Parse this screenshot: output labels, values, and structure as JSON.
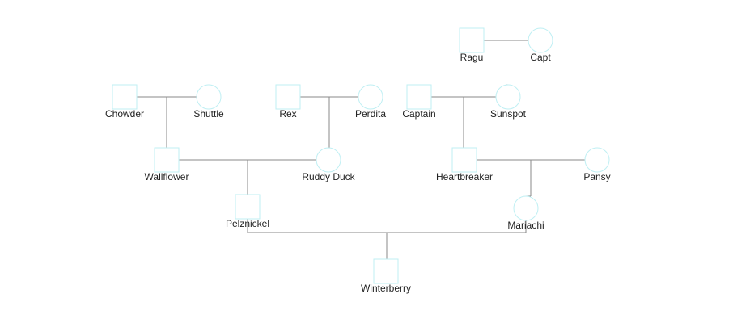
{
  "pedigree": {
    "colors": {
      "line": "#8a8a8a",
      "symbol_outline": "#bfeff3",
      "symbol_fill": "#ffffff",
      "label": "#222222"
    },
    "individuals": [
      {
        "id": "ragu",
        "name": "Ragu",
        "sex": "male",
        "generation": 1
      },
      {
        "id": "capt",
        "name": "Capt",
        "sex": "female",
        "generation": 1
      },
      {
        "id": "chowder",
        "name": "Chowder",
        "sex": "male",
        "generation": 2
      },
      {
        "id": "shuttle",
        "name": "Shuttle",
        "sex": "female",
        "generation": 2
      },
      {
        "id": "rex",
        "name": "Rex",
        "sex": "male",
        "generation": 2
      },
      {
        "id": "perdita",
        "name": "Perdita",
        "sex": "female",
        "generation": 2
      },
      {
        "id": "captain",
        "name": "Captain",
        "sex": "male",
        "generation": 2
      },
      {
        "id": "sunspot",
        "name": "Sunspot",
        "sex": "female",
        "generation": 2
      },
      {
        "id": "wallflower",
        "name": "Wallflower",
        "sex": "male",
        "generation": 3
      },
      {
        "id": "ruddy-duck",
        "name": "Ruddy Duck",
        "sex": "female",
        "generation": 3
      },
      {
        "id": "heartbreaker",
        "name": "Heartbreaker",
        "sex": "male",
        "generation": 3
      },
      {
        "id": "pansy",
        "name": "Pansy",
        "sex": "female",
        "generation": 3
      },
      {
        "id": "pelznickel",
        "name": "Pelznickel",
        "sex": "male",
        "generation": 4
      },
      {
        "id": "mariachi",
        "name": "Mariachi",
        "sex": "female",
        "generation": 4
      },
      {
        "id": "winterberry",
        "name": "Winterberry",
        "sex": "male",
        "generation": 5
      }
    ],
    "unions": [
      {
        "father": "ragu",
        "mother": "capt",
        "children": [
          "sunspot"
        ]
      },
      {
        "father": "chowder",
        "mother": "shuttle",
        "children": [
          "wallflower"
        ]
      },
      {
        "father": "rex",
        "mother": "perdita",
        "children": [
          "ruddy-duck"
        ]
      },
      {
        "father": "captain",
        "mother": "sunspot",
        "children": [
          "heartbreaker"
        ]
      },
      {
        "father": "wallflower",
        "mother": "ruddy-duck",
        "children": [
          "pelznickel"
        ]
      },
      {
        "father": "heartbreaker",
        "mother": "pansy",
        "children": [
          "mariachi"
        ]
      },
      {
        "father": "pelznickel",
        "mother": "mariachi",
        "children": [
          "winterberry"
        ]
      }
    ]
  }
}
